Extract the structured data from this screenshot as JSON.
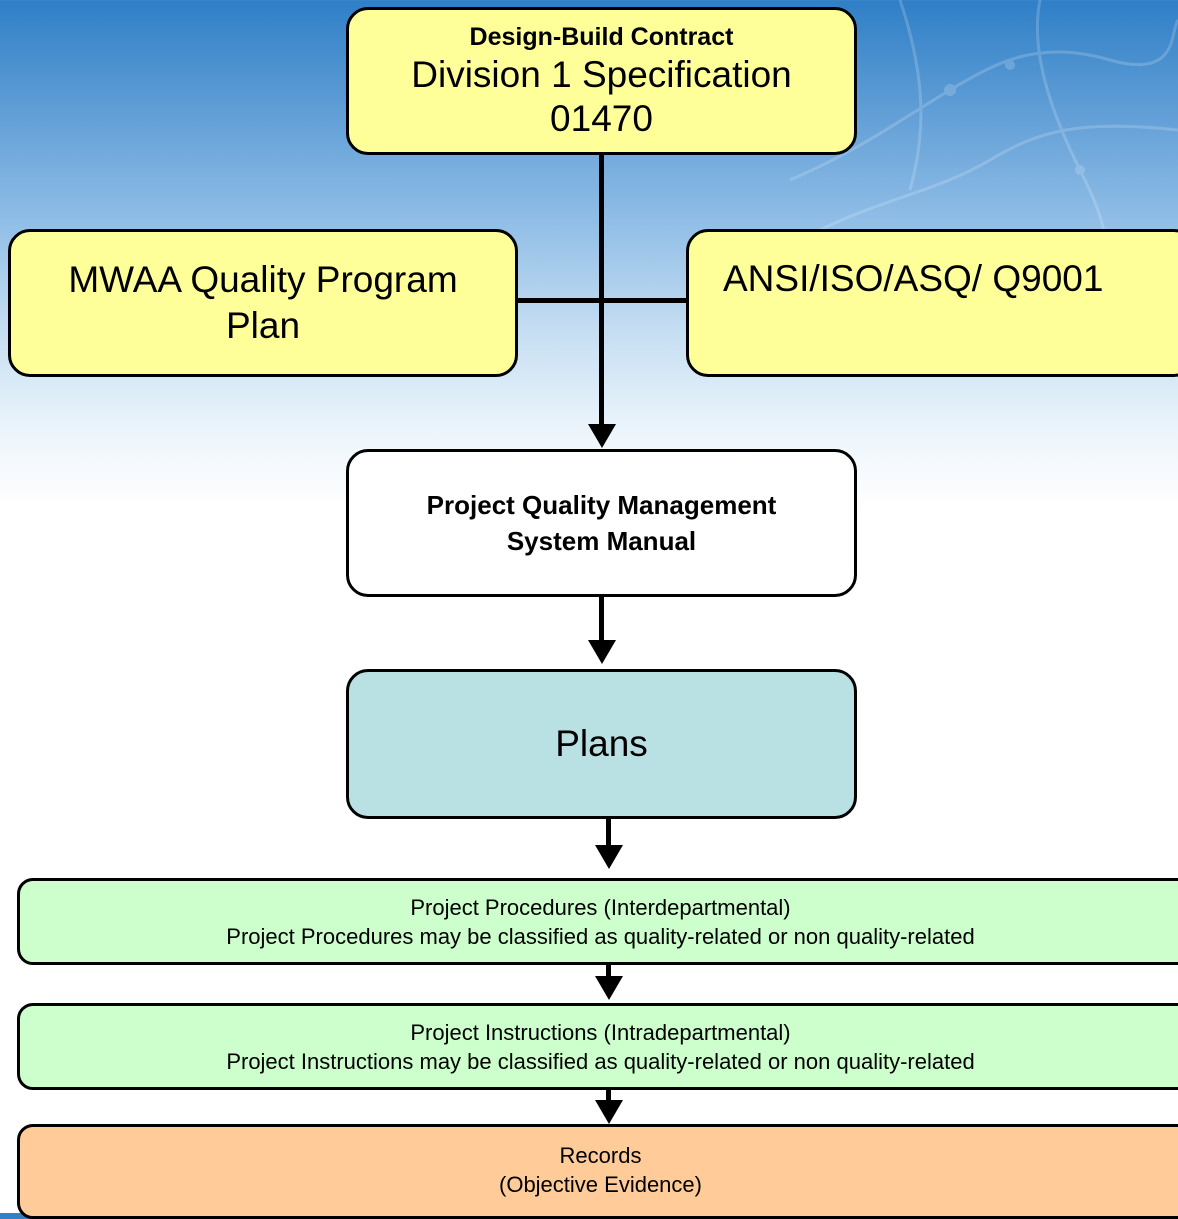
{
  "diagram": {
    "contract_box": {
      "heading": "Design-Build Contract",
      "line1": "Division 1 Specification",
      "line2": "01470"
    },
    "mwaa_box": {
      "line1": "MWAA Quality Program",
      "line2": "Plan"
    },
    "ansi_box": {
      "text": "ANSI/ISO/ASQ/ Q9001"
    },
    "manual_box": {
      "line1": "Project Quality Management",
      "line2": "System Manual"
    },
    "plans_box": {
      "text": "Plans"
    },
    "procedures_box": {
      "line1": "Project Procedures (Interdepartmental)",
      "line2": "Project Procedures may be classified as quality-related or non quality-related"
    },
    "instructions_box": {
      "line1": "Project Instructions (Intradepartmental)",
      "line2": "Project Instructions may be classified as quality-related or non quality-related"
    },
    "records_box": {
      "line1": "Records",
      "line2": "(Objective Evidence)"
    }
  },
  "colors": {
    "yellow": "#ffff99",
    "white": "#ffffff",
    "teal": "#b9e0e3",
    "mint": "#ccffcc",
    "peach": "#ffcc99",
    "sky": "#2f7fc7"
  }
}
